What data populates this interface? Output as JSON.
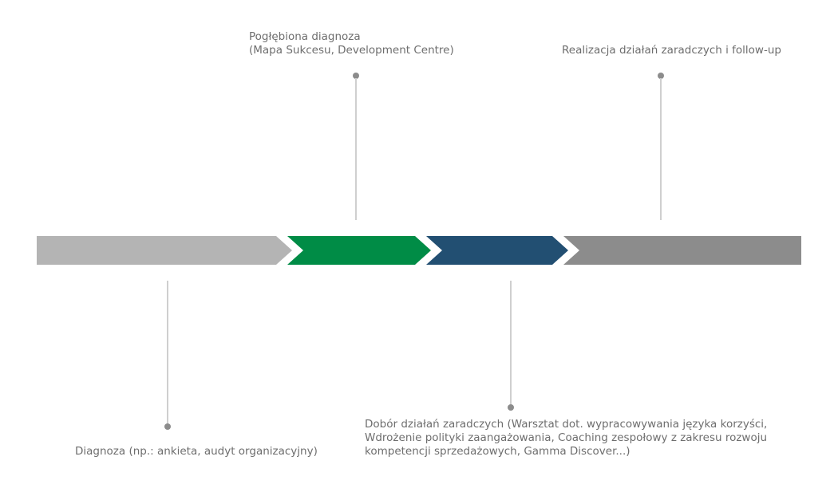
{
  "timeline": {
    "stages": [
      {
        "id": "diagnoza",
        "color": "#b4b4b4",
        "label": "Diagnoza (np.: ankieta, audyt organizacyjny)",
        "position": "bottom"
      },
      {
        "id": "poglebiona",
        "color": "#008c46",
        "label_lines": [
          "Pogłębiona diagnoza",
          "(Mapa Sukcesu, Development Centre)"
        ],
        "position": "top"
      },
      {
        "id": "dobor",
        "color": "#224f72",
        "label_lines": [
          "Dobór działań zaradczych (Warsztat dot. wypracowywania języka korzyści,",
          "Wdrożenie polityki zaangażowania,  Coaching zespołowy z zakresu rozwoju",
          "kompetencji sprzedażowych, Gamma Discover...)"
        ],
        "position": "bottom"
      },
      {
        "id": "realizacja",
        "color": "#8c8c8c",
        "label": "Realizacja działań zaradczych i follow-up",
        "position": "top"
      }
    ]
  }
}
